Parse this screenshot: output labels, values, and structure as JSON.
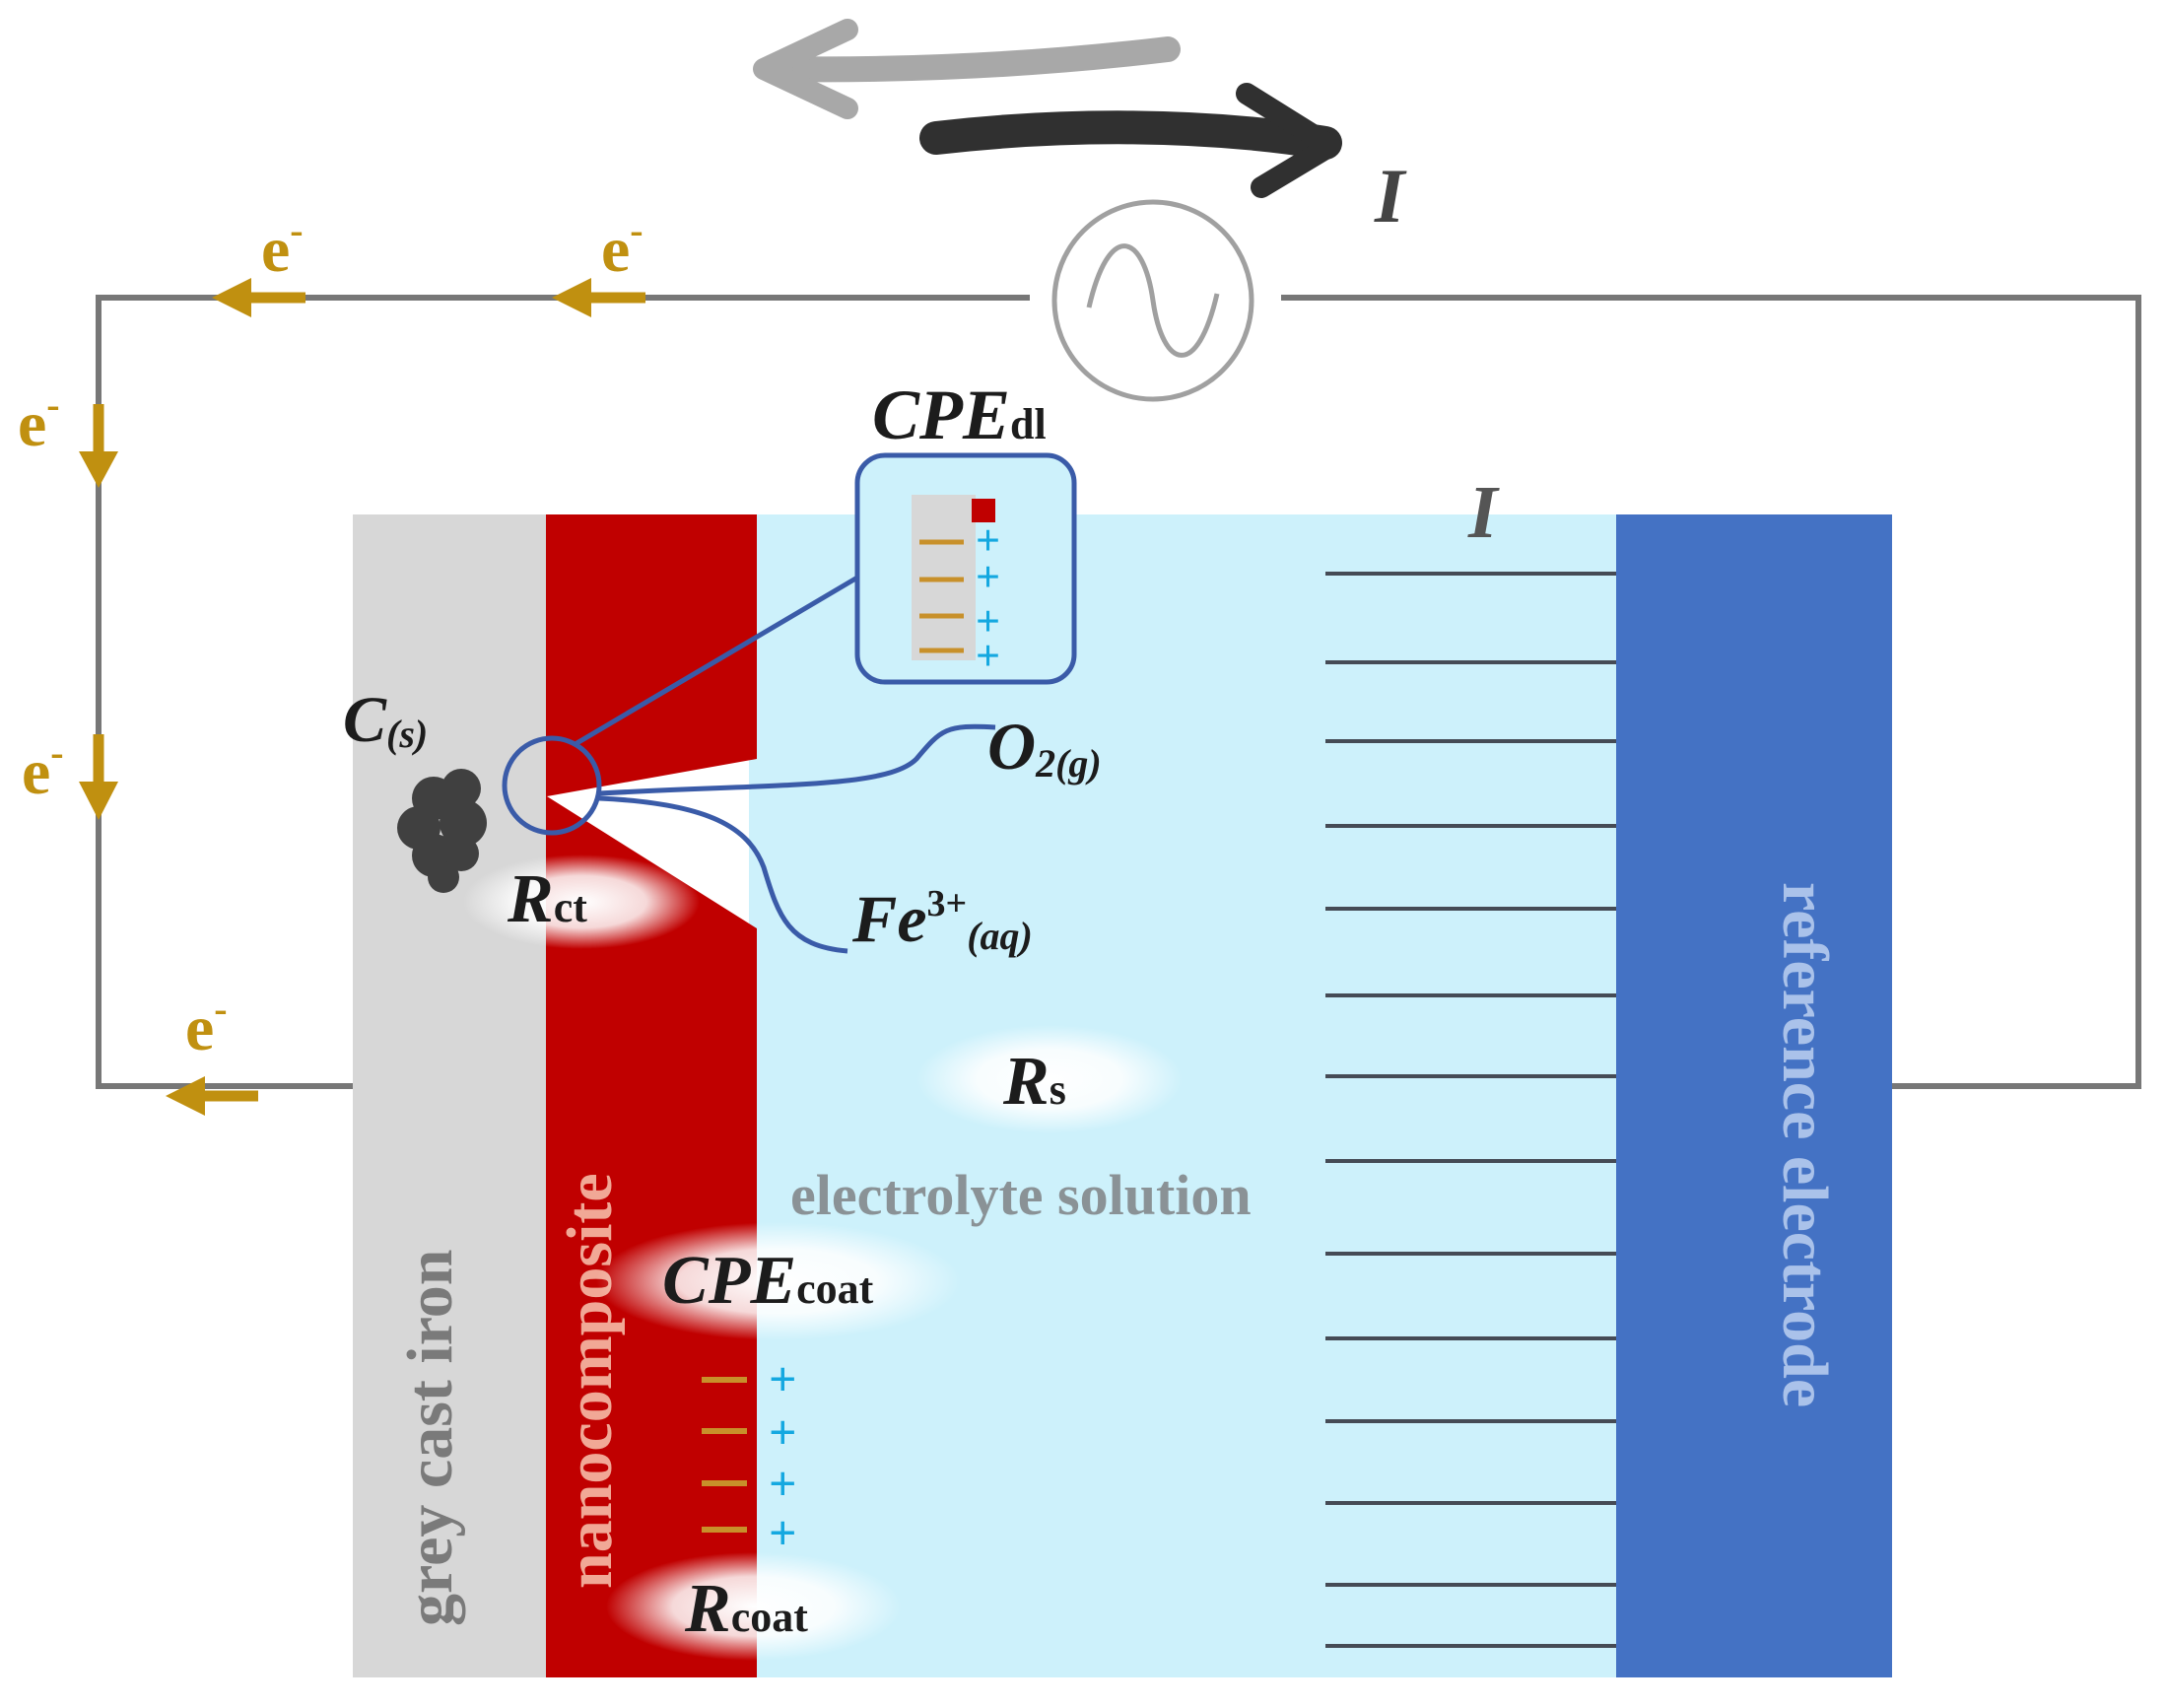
{
  "labels": {
    "current_top": "I",
    "current_solution": "I",
    "electron": "e",
    "electron_sup": "-",
    "cpe_dl_main": "CPE",
    "cpe_dl_sub": "dl",
    "carbon_main": "C",
    "carbon_sub": "(s)",
    "oxygen_main": "O",
    "oxygen_sub": "2(g)",
    "iron_main": "Fe",
    "iron_sup": "3+",
    "iron_sub": "(aq)",
    "rct_main": "R",
    "rct_sub": "ct",
    "rs_main": "R",
    "rs_sub": "s",
    "cpe_coat_main": "CPE",
    "cpe_coat_sub": "coat",
    "rcoat_main": "R",
    "rcoat_sub": "coat",
    "electrolyte": "electrolyte solution",
    "grey_cast_iron": "grey cast iron",
    "nanocomposite": "nanocomposite",
    "reference_electrode": "reference electrode",
    "minus": "—",
    "plus": "+"
  },
  "colors": {
    "wire": "#777777",
    "electron": "#c09010",
    "iron": "#d7d7d7",
    "coating": "#c00000",
    "electrolyte": "#cdf1fb",
    "electrode": "#4472c4",
    "callout": "#3a5ba8",
    "plus": "#14a8e0",
    "minus": "#c8902a",
    "arrow_dark": "#303030",
    "arrow_light": "#a8a8a8"
  }
}
